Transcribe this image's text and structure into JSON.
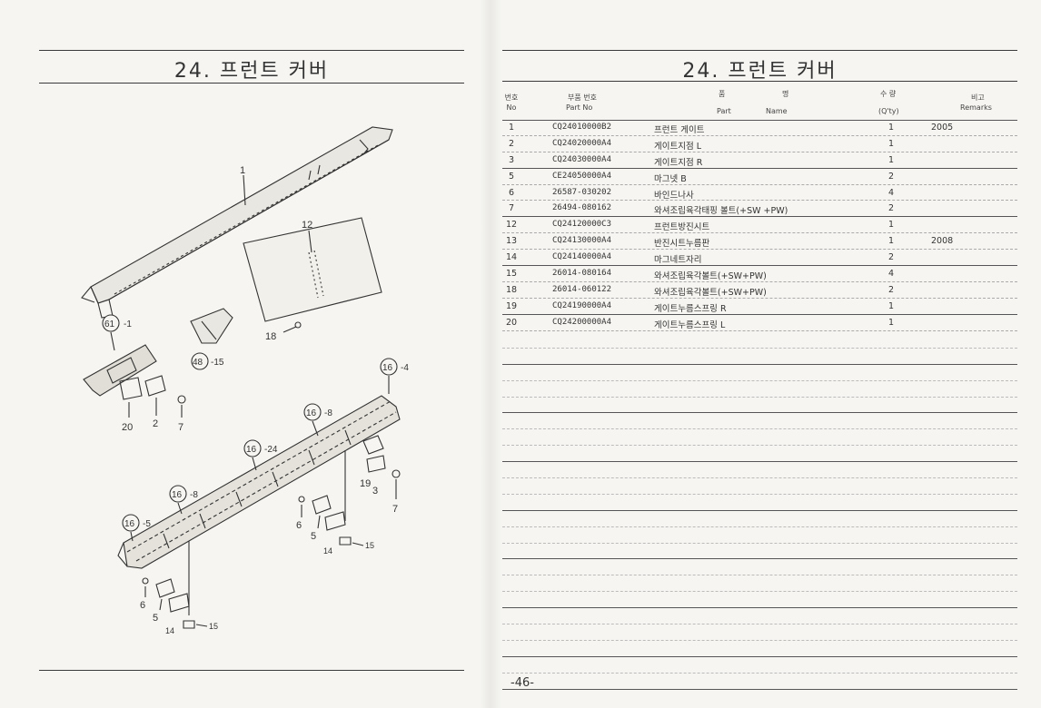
{
  "left": {
    "title": "24. 프런트 커버",
    "callouts": {
      "c1": "1",
      "c12": "12",
      "c18": "18",
      "c61": "61",
      "c61n": "-1",
      "c48": "48",
      "c48n": "-15",
      "c20": "20",
      "c2": "2",
      "c7a": "7",
      "c16a": "16",
      "c16an": "-4",
      "c16b": "16",
      "c16bn": "-8",
      "c16c": "16",
      "c16cn": "-24",
      "c16d": "16",
      "c16dn": "-8",
      "c16e": "16",
      "c16en": "-5",
      "c19": "19",
      "c3": "3",
      "c7b": "7",
      "c6a": "6",
      "c5a": "5",
      "c14a": "14",
      "c15a": "15",
      "c6b": "6",
      "c5b": "5",
      "c14b": "14",
      "c15b": "15"
    }
  },
  "right": {
    "title": "24. 프런트 커버",
    "header": {
      "no_ko": "번호",
      "no_en": "No",
      "part_ko": "부품 번호",
      "part_en": "Part No",
      "name_ko_1": "품",
      "name_ko_2": "명",
      "name_en_1": "Part",
      "name_en_2": "Name",
      "qty_ko": "수 량",
      "qty_en": "(Q'ty)",
      "rem_ko": "비고",
      "rem_en": "Remarks"
    },
    "rows": [
      {
        "no": "1",
        "part": "CQ24010000B2",
        "name": "프런트 게이트",
        "qty": "1",
        "rem": "2005"
      },
      {
        "no": "2",
        "part": "CQ24020000A4",
        "name": "게이트지점 L",
        "qty": "1",
        "rem": ""
      },
      {
        "no": "3",
        "part": "CQ24030000A4",
        "name": "게이트지점 R",
        "qty": "1",
        "rem": ""
      },
      {
        "no": "5",
        "part": "CE24050000A4",
        "name": "마그넷 B",
        "qty": "2",
        "rem": ""
      },
      {
        "no": "6",
        "part": "26587-030202",
        "name": "바인드나사",
        "qty": "4",
        "rem": ""
      },
      {
        "no": "7",
        "part": "26494-080162",
        "name": "와셔조립육각태핑 볼트(+SW +PW)",
        "qty": "2",
        "rem": ""
      },
      {
        "no": "12",
        "part": "CQ24120000C3",
        "name": "프런트방진시트",
        "qty": "1",
        "rem": ""
      },
      {
        "no": "13",
        "part": "CQ24130000A4",
        "name": "반진시트누름판",
        "qty": "1",
        "rem": "2008"
      },
      {
        "no": "14",
        "part": "CQ24140000A4",
        "name": "마그네트자리",
        "qty": "2",
        "rem": ""
      },
      {
        "no": "15",
        "part": "26014-080164",
        "name": "와셔조립육각볼트(+SW+PW)",
        "qty": "4",
        "rem": ""
      },
      {
        "no": "18",
        "part": "26014-060122",
        "name": "와셔조립육각볼트(+SW+PW)",
        "qty": "2",
        "rem": ""
      },
      {
        "no": "19",
        "part": "CQ24190000A4",
        "name": "게이트누름스프링 R",
        "qty": "1",
        "rem": ""
      },
      {
        "no": "20",
        "part": "CQ24200000A4",
        "name": "게이트누름스프링 L",
        "qty": "1",
        "rem": ""
      }
    ],
    "page_number": "-46-"
  }
}
